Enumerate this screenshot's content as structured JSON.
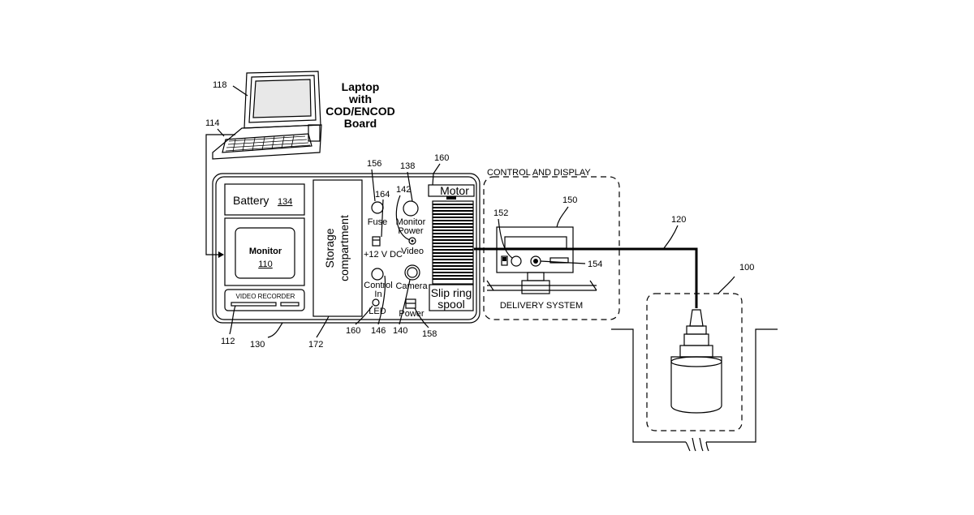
{
  "laptop": {
    "title_lines": [
      "Laptop",
      "with",
      "COD/ENCOD",
      "Board"
    ],
    "ref_laptop": "118",
    "ref_link": "114"
  },
  "unit": {
    "battery_label": "Battery",
    "battery_ref": "134",
    "monitor_label": "Monitor",
    "monitor_ref": "110",
    "video_recorder_label": "VIDEO RECORDER",
    "storage_lines": [
      "Storage",
      "compartment"
    ],
    "motor_label": "Motor",
    "slip_ring_lines": [
      "Slip ring",
      "spool"
    ]
  },
  "panel": {
    "fuse": "Fuse",
    "monitor_power_lines": [
      "Monitor",
      "Power"
    ],
    "video": "Video",
    "dc": "+12 V DC",
    "control_in_lines": [
      "Control",
      "In"
    ],
    "camera": "Camera",
    "led": "LED",
    "power": "Power"
  },
  "refs": {
    "r156": "156",
    "r138": "138",
    "r160_top": "160",
    "r164": "164",
    "r142": "142",
    "r112": "112",
    "r130": "130",
    "r172": "172",
    "r160_bottom": "160",
    "r146": "146",
    "r140": "140",
    "r158": "158",
    "r150": "150",
    "r152": "152",
    "r154": "154",
    "r120": "120",
    "r100": "100"
  },
  "control_display": {
    "title": "CONTROL AND DISPLAY",
    "delivery_label": "DELIVERY SYSTEM"
  }
}
